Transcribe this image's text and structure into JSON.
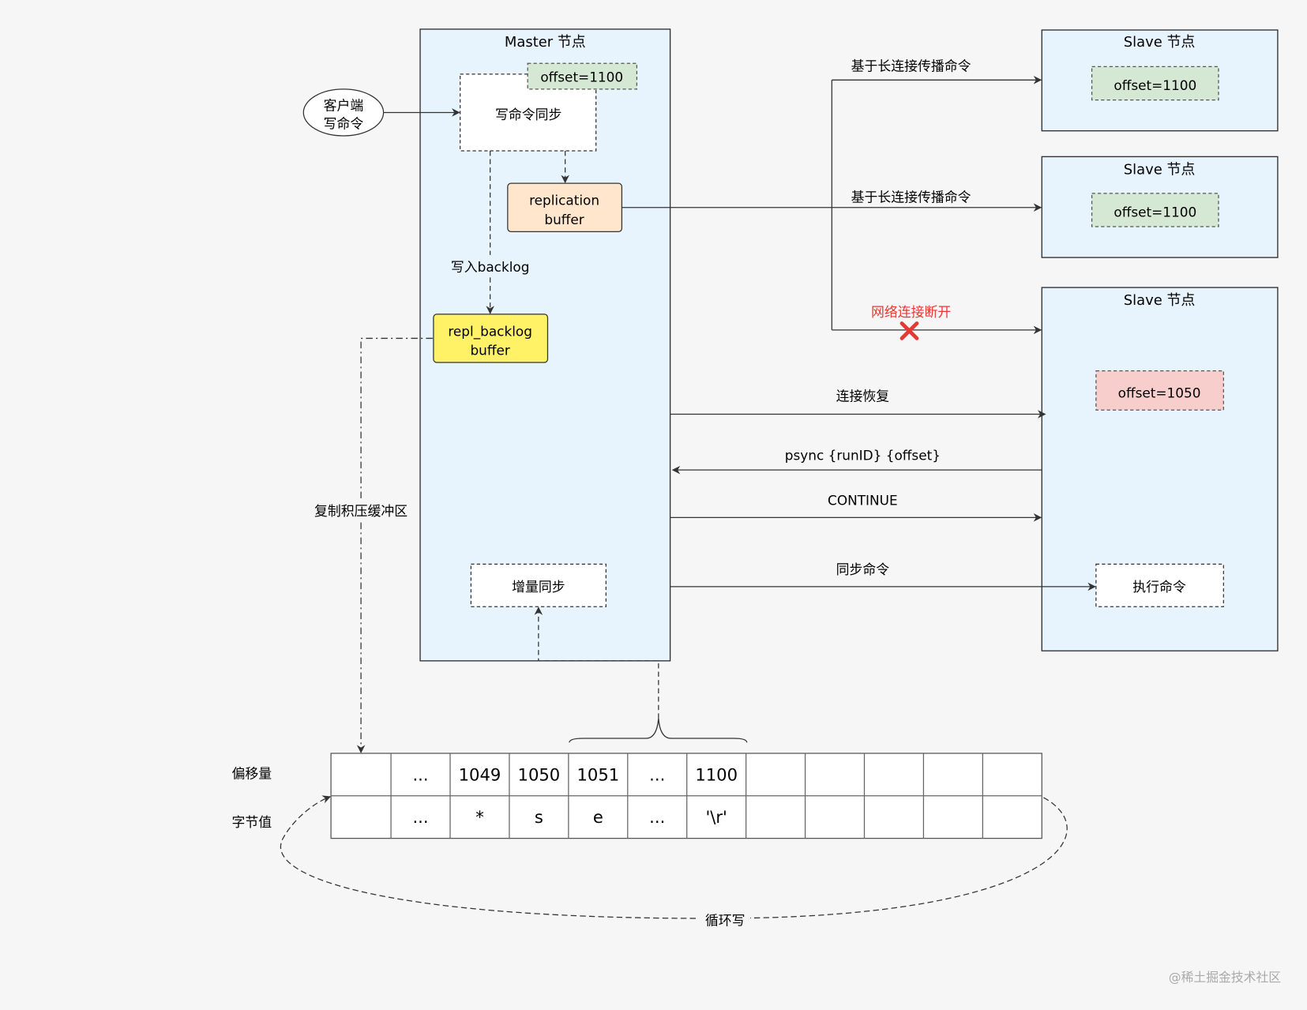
{
  "master": {
    "title": "Master 节点",
    "write_sync": "写命令同步",
    "offset": "offset=1100",
    "replication_buffer": [
      "replication",
      "buffer"
    ],
    "write_backlog": "写入backlog",
    "repl_backlog_buffer": [
      "repl_backlog",
      "buffer"
    ],
    "incremental_sync": "增量同步"
  },
  "client": [
    "客户端",
    "写命令"
  ],
  "slaves": [
    {
      "title": "Slave 节点",
      "offset": "offset=1100"
    },
    {
      "title": "Slave 节点",
      "offset": "offset=1100"
    },
    {
      "title": "Slave 节点",
      "offset": "offset=1050",
      "execute": "执行命令"
    }
  ],
  "edges": {
    "propagate_1": "基于长连接传播命令",
    "propagate_2": "基于长连接传播命令",
    "disconnect": "网络连接断开",
    "reconnect": "连接恢复",
    "psync": "psync {runID} {offset}",
    "continue": "CONTINUE",
    "sync_commands": "同步命令",
    "backlog_label": "复制积压缓冲区",
    "circular_write": "循环写"
  },
  "backlog_table": {
    "row_labels": [
      "偏移量",
      "字节值"
    ],
    "offsets": [
      "",
      "...",
      "1049",
      "1050",
      "1051",
      "...",
      "1100",
      "",
      "",
      "",
      "",
      ""
    ],
    "bytes": [
      "",
      "...",
      "*",
      "s",
      "e",
      "...",
      "'\\r'",
      "",
      "",
      "",
      "",
      ""
    ]
  },
  "watermark": "@稀土掘金技术社区",
  "colors": {
    "panel_fill": "#e8f4fd",
    "offset_green": "#d5e8d4",
    "offset_red": "#f8cecc",
    "replication_buffer": "#ffe6cc",
    "repl_backlog": "#fff266",
    "disconnect_red": "#e53935"
  }
}
